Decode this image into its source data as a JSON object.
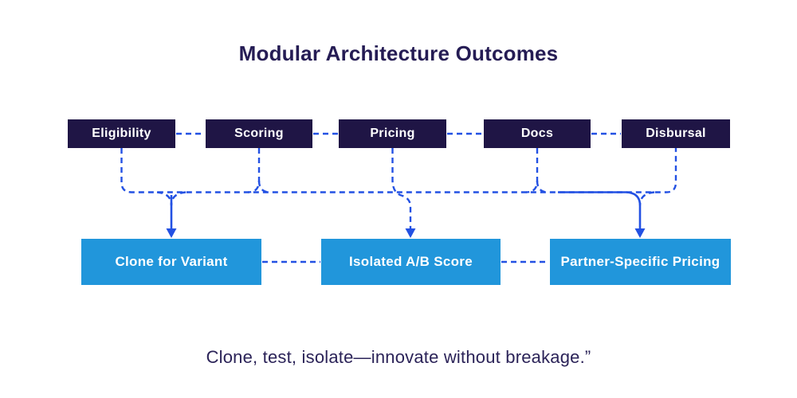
{
  "title": "Modular Architecture Outcomes",
  "caption": "Clone, test, isolate—innovate without breakage.”",
  "modules": [
    {
      "label": "Eligibility"
    },
    {
      "label": "Scoring"
    },
    {
      "label": "Pricing"
    },
    {
      "label": "Docs"
    },
    {
      "label": "Disbursal"
    }
  ],
  "outcomes": [
    {
      "label": "Clone for Variant"
    },
    {
      "label": "Isolated A/B Score"
    },
    {
      "label": "Partner-Specific Pricing"
    }
  ],
  "colors": {
    "module_box": "#1F1545",
    "outcome_box": "#2196DB",
    "connector_blue": "#2351E3",
    "title_text": "#251C54",
    "caption_text": "#2B2358",
    "box_text": "#FFFFFF",
    "background": "#FFFFFF"
  }
}
